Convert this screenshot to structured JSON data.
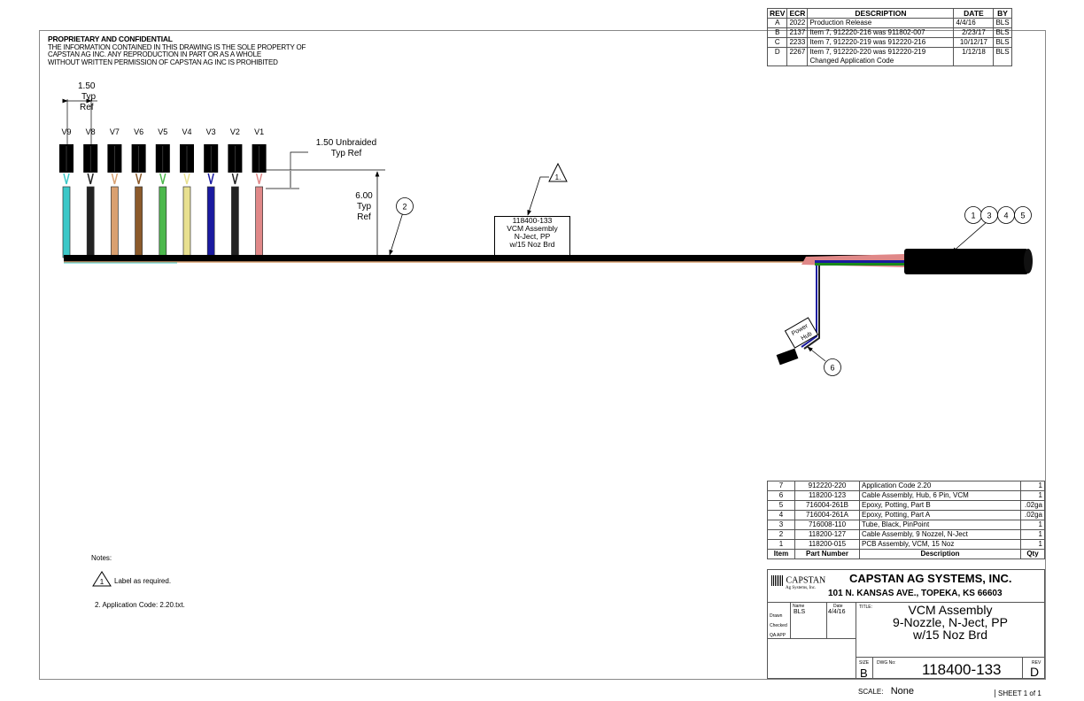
{
  "confidential": {
    "title": "PROPRIETARY AND CONFIDENTIAL",
    "lines": [
      "THE INFORMATION CONTAINED IN THIS DRAWING IS THE SOLE PROPERTY OF",
      "CAPSTAN AG INC. ANY REPRODUCTION IN PART OR AS A WHOLE",
      "WITHOUT WRITTEN PERMISSION OF CAPSTAN AG INC IS PROHIBITED"
    ]
  },
  "revisions": {
    "headers": [
      "REV",
      "ECR",
      "DESCRIPTION",
      "DATE",
      "BY"
    ],
    "rows": [
      {
        "rev": "A",
        "ecr": "2022",
        "desc": "Production Release",
        "desc2": "",
        "date": "4/4/16",
        "by": "BLS"
      },
      {
        "rev": "B",
        "ecr": "2137",
        "desc": "Item 7, 912220-216 was 911802-007",
        "desc2": "",
        "date": "2/23/17",
        "by": "BLS"
      },
      {
        "rev": "C",
        "ecr": "2233",
        "desc": "Item 7, 912220-219 was 912220-216",
        "desc2": "",
        "date": "10/12/17",
        "by": "BLS"
      },
      {
        "rev": "D",
        "ecr": "2267",
        "desc": "Item 7, 912220-220 was 912220-219",
        "desc2": "Changed Application Code",
        "date": "1/12/18",
        "by": "BLS"
      }
    ]
  },
  "drawing": {
    "pitch_dim": [
      "1.50",
      "Typ",
      "Ref"
    ],
    "valves": [
      "V9",
      "V8",
      "V7",
      "V6",
      "V5",
      "V4",
      "V3",
      "V2",
      "V1"
    ],
    "wire_colors": [
      "#3cc8c8",
      "#222222",
      "#d9a070",
      "#8b5a2b",
      "#4cb84c",
      "#e8e090",
      "#1a1aa0",
      "#222222",
      "#e08888"
    ],
    "unbraided_dim": [
      "1.50 Unbraided",
      "Typ Ref"
    ],
    "length_dim": [
      "6.00",
      "Typ",
      "Ref"
    ],
    "label_box": [
      "118400-133",
      "VCM Assembly",
      "N-Ject, PP",
      "w/15 Noz Brd"
    ],
    "note_flag": "1.",
    "balloons": [
      "2",
      "1",
      "3",
      "4",
      "5",
      "6"
    ],
    "hub_label": [
      "Power",
      "Hub"
    ]
  },
  "notes": {
    "title": "Notes:",
    "items": [
      "Label as required.",
      "2.  Application Code: 2.20.txt."
    ],
    "flag": "1"
  },
  "bom": {
    "headers": [
      "Item",
      "Part Number",
      "Description",
      "Qty"
    ],
    "rows": [
      {
        "item": "7",
        "pn": "912220-220",
        "desc": "Application Code 2.20",
        "qty": "1"
      },
      {
        "item": "6",
        "pn": "118200-123",
        "desc": "Cable Assembly, Hub, 6 Pin, VCM",
        "qty": "1"
      },
      {
        "item": "5",
        "pn": "716004-261B",
        "desc": "Epoxy, Potting, Part B",
        "qty": ".02ga"
      },
      {
        "item": "4",
        "pn": "716004-261A",
        "desc": "Epoxy, Potting, Part A",
        "qty": ".02ga"
      },
      {
        "item": "3",
        "pn": "716008-110",
        "desc": "Tube, Black, PinPoint",
        "qty": "1"
      },
      {
        "item": "2",
        "pn": "118200-127",
        "desc": "Cable Assembly, 9 Nozzel, N-Ject",
        "qty": "1"
      },
      {
        "item": "1",
        "pn": "118200-015",
        "desc": "PCB Assembly, VCM, 15 Noz",
        "qty": "1"
      }
    ]
  },
  "title_block": {
    "logo": "CAPSTAN",
    "logo_sub": "Ag Systems, Inc.",
    "company": "CAPSTAN AG SYSTEMS, INC.",
    "address": "101 N. KANSAS AVE., TOPEKA, KS 66603",
    "name_hdr": "Name",
    "date_hdr": "Date",
    "drawn": "Drawn",
    "checked": "Checked",
    "qa": "QA APP",
    "drawn_name": "BLS",
    "drawn_date": "4/4/16",
    "title_label": "TITLE:",
    "title": [
      "VCM Assembly",
      "9-Nozzle, N-Ject, PP",
      "w/15 Noz Brd"
    ],
    "size_label": "SIZE",
    "size": "B",
    "dwg_label": "DWG No:",
    "dwg": "118400-133",
    "rev_label": "REV",
    "rev": "D",
    "scale_label": "SCALE:",
    "scale": "None",
    "sheet": "SHEET 1 of 1"
  }
}
